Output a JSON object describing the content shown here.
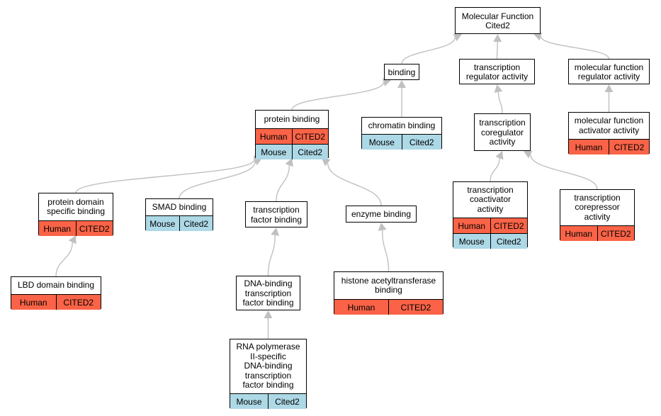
{
  "colors": {
    "human_row": "#fa6347",
    "mouse_row": "#add8e6",
    "edge": "#c0c0c0",
    "border": "#000000"
  },
  "nodes": {
    "mf": {
      "label": "Molecular Function\nCited2",
      "rows": []
    },
    "bind": {
      "label": "binding",
      "rows": []
    },
    "tra": {
      "label": "transcription\nregulator activity",
      "rows": []
    },
    "mfra": {
      "label": "molecular function\nregulator activity",
      "rows": []
    },
    "pb": {
      "label": "protein binding",
      "rows": [
        {
          "species": "Human",
          "gene": "CITED2",
          "type": "human"
        },
        {
          "species": "Mouse",
          "gene": "Cited2",
          "type": "mouse"
        }
      ]
    },
    "cb": {
      "label": "chromatin binding",
      "rows": [
        {
          "species": "Mouse",
          "gene": "Cited2",
          "type": "mouse"
        }
      ]
    },
    "tcra": {
      "label": "transcription\ncoregulator\nactivity",
      "rows": []
    },
    "mfaa": {
      "label": "molecular function\nactivator activity",
      "rows": [
        {
          "species": "Human",
          "gene": "CITED2",
          "type": "human"
        }
      ]
    },
    "pdsb": {
      "label": "protein domain\nspecific binding",
      "rows": [
        {
          "species": "Human",
          "gene": "CITED2",
          "type": "human"
        }
      ]
    },
    "smad": {
      "label": "SMAD binding",
      "rows": [
        {
          "species": "Mouse",
          "gene": "Cited2",
          "type": "mouse"
        }
      ]
    },
    "tfb": {
      "label": "transcription\nfactor binding",
      "rows": []
    },
    "eb": {
      "label": "enzyme binding",
      "rows": []
    },
    "tca": {
      "label": "transcription\ncoactivator\nactivity",
      "rows": [
        {
          "species": "Human",
          "gene": "CITED2",
          "type": "human"
        },
        {
          "species": "Mouse",
          "gene": "Cited2",
          "type": "mouse"
        }
      ]
    },
    "tcor": {
      "label": "transcription\ncorepressor\nactivity",
      "rows": [
        {
          "species": "Human",
          "gene": "CITED2",
          "type": "human"
        }
      ]
    },
    "lbd": {
      "label": "LBD domain binding",
      "rows": [
        {
          "species": "Human",
          "gene": "CITED2",
          "type": "human"
        }
      ]
    },
    "dna": {
      "label": "DNA-binding\ntranscription\nfactor binding",
      "rows": []
    },
    "hat": {
      "label": "histone acetyltransferase\nbinding",
      "rows": [
        {
          "species": "Human",
          "gene": "CITED2",
          "type": "human"
        }
      ]
    },
    "rnap": {
      "label": "RNA polymerase\nII-specific\nDNA-binding\ntranscription\nfactor binding",
      "rows": [
        {
          "species": "Mouse",
          "gene": "Cited2",
          "type": "mouse"
        }
      ]
    }
  }
}
